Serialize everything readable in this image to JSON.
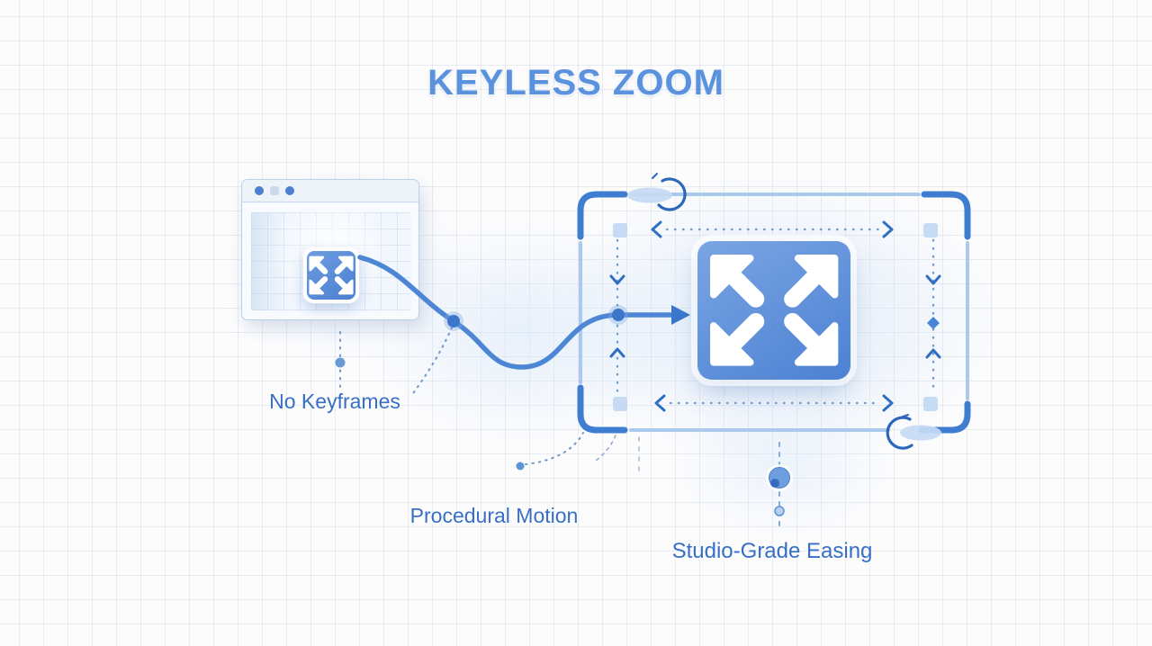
{
  "title": "KEYLESS ZOOM",
  "labels": {
    "no_keyframes": "No Keyframes",
    "procedural_motion": "Procedural Motion",
    "studio_grade_easing": "Studio-Grade Easing"
  },
  "icons": {
    "window_thumbnail_icon": "expand-arrows-icon",
    "zoom_target_icon": "expand-arrows-icon",
    "window_controls": [
      "dot-icon",
      "square-dot-icon",
      "dot-icon"
    ]
  },
  "colors": {
    "title_blue": "#5b92de",
    "label_blue": "#376fc6",
    "accent_blue": "#4a80d2",
    "bracket_blue": "#3f7dd0",
    "light_edge_blue": "#abc8ed",
    "soft_fill_blue": "#c6daf3",
    "grid_line_gray": "#e3e7ec"
  }
}
